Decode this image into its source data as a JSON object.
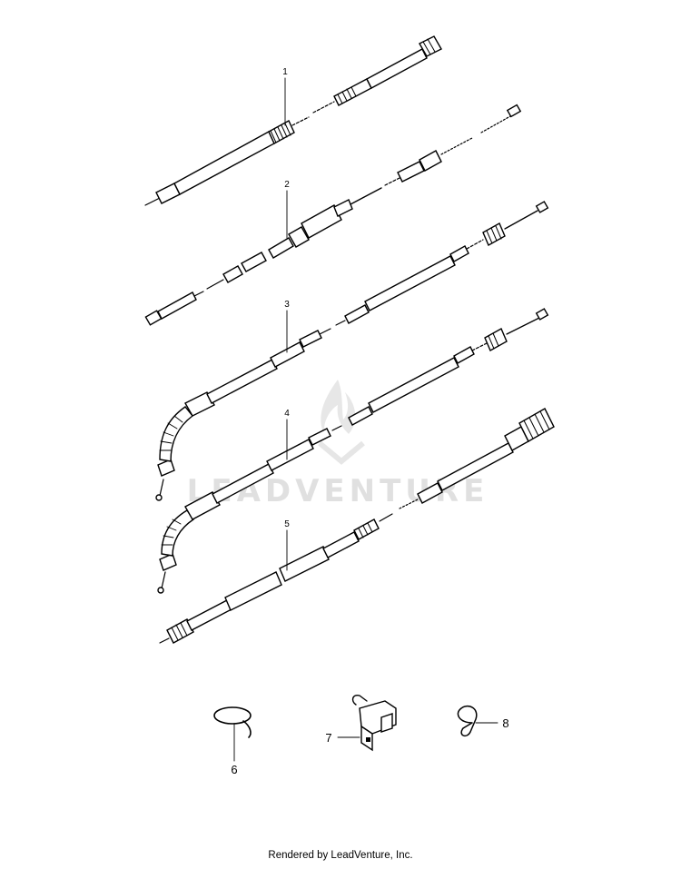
{
  "callouts": {
    "c1": "1",
    "c2": "2",
    "c3": "3",
    "c4": "4",
    "c5": "5",
    "c6": "6",
    "c7": "7",
    "c8": "8"
  },
  "watermark": "LEADVENTURE",
  "footer": "Rendered by LeadVenture, Inc."
}
